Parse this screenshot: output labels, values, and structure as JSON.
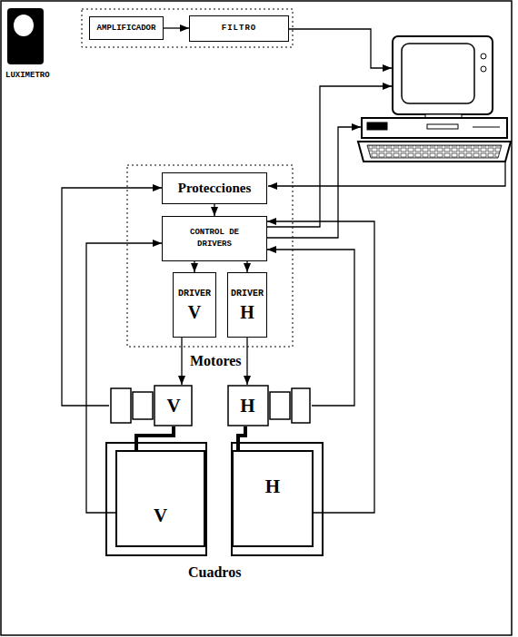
{
  "diagram": {
    "nodes": [
      {
        "text": [
          "LUXIMETRO"
        ]
      },
      {
        "text": [
          "AMPLIFICADOR"
        ]
      },
      {
        "text": [
          "FILTRO"
        ]
      },
      {
        "text": [
          "Protecciones"
        ]
      },
      {
        "text": [
          "CONTROL DE DRIVERS"
        ]
      },
      {
        "text": [
          "DRIVER",
          "V"
        ]
      },
      {
        "text": [
          "DRIVER",
          "H"
        ]
      },
      {
        "text": [
          "V"
        ]
      },
      {
        "text": [
          "H"
        ]
      },
      {
        "text": [
          "V"
        ]
      },
      {
        "text": [
          "H"
        ]
      }
    ],
    "edges": [
      {
        "from": 1,
        "to": 2,
        "arrow": "to"
      },
      {
        "from": 3,
        "to": 4,
        "arrow": "to"
      },
      {
        "from": 4,
        "to": 5,
        "arrow": "to"
      },
      {
        "from": 4,
        "to": 6,
        "arrow": "to"
      },
      {
        "from": 5,
        "to": 7,
        "arrow": "to"
      },
      {
        "from": 6,
        "to": 8,
        "arrow": "to"
      },
      {
        "from": 7,
        "to": 9,
        "arrow": "none"
      },
      {
        "from": 8,
        "to": 10,
        "arrow": "none"
      },
      {
        "from": 7,
        "to": 3,
        "arrow": "to"
      },
      {
        "from": 9,
        "to": 4,
        "arrow": "to"
      },
      {
        "from": 8,
        "to": 4,
        "arrow": "to"
      },
      {
        "from": 10,
        "to": 4,
        "arrow": "to"
      }
    ],
    "labels": [
      "Motores",
      "Cuadros"
    ]
  }
}
